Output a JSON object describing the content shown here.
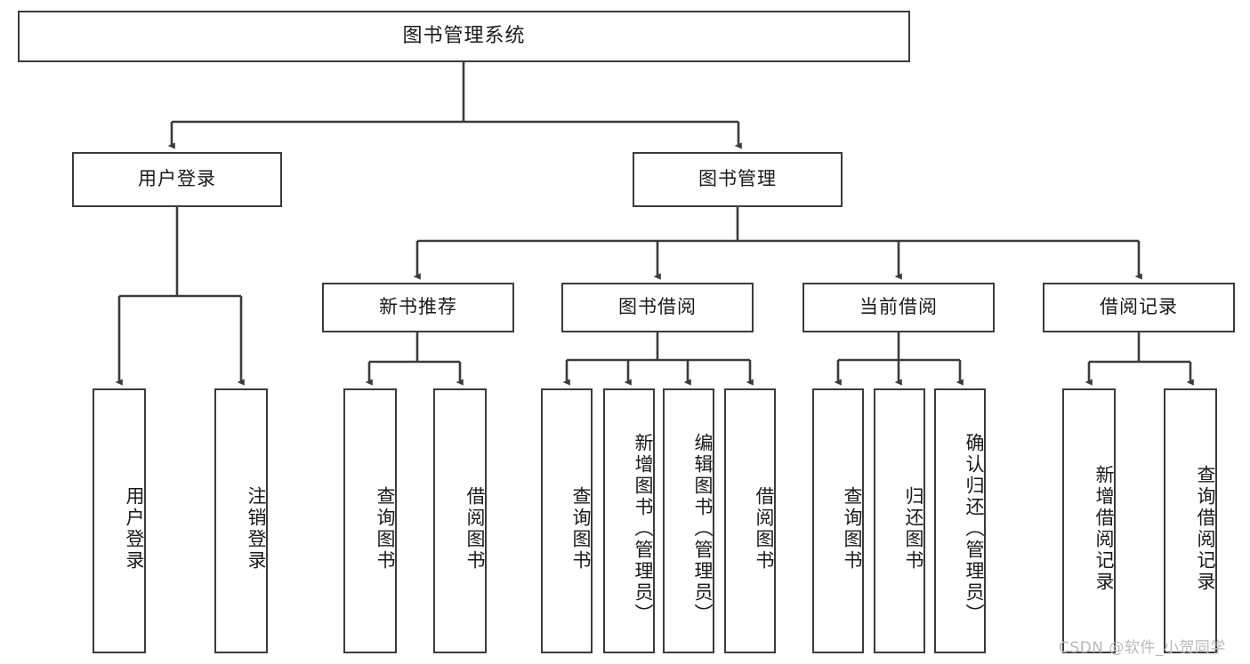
{
  "diagram": {
    "type": "tree-hierarchy-chart",
    "title": "图书管理系统",
    "box_border_color": "#3b3b3b",
    "box_fill_color": "#ffffff",
    "line_color": "#3b3b3b",
    "text_color": "#1a1a1a",
    "root": {
      "label": "图书管理系统"
    },
    "level2": [
      {
        "label": "用户登录"
      },
      {
        "label": "图书管理"
      }
    ],
    "level3": [
      {
        "label": "新书推荐"
      },
      {
        "label": "图书借阅"
      },
      {
        "label": "当前借阅"
      },
      {
        "label": "借阅记录"
      }
    ],
    "leaves": {
      "user_login": [
        {
          "label": "用户登录"
        },
        {
          "label": "注销登录"
        }
      ],
      "new_book_recommend": [
        {
          "label": "查询图书"
        },
        {
          "label": "借阅图书"
        }
      ],
      "book_borrow": [
        {
          "label": "查询图书"
        },
        {
          "label": "新增图书（管理员）"
        },
        {
          "label": "编辑图书（管理员）"
        },
        {
          "label": "借阅图书"
        }
      ],
      "current_borrow": [
        {
          "label": "查询图书"
        },
        {
          "label": "归还图书"
        },
        {
          "label": "确认归还（管理员）"
        }
      ],
      "borrow_record": [
        {
          "label": "新增借阅记录"
        },
        {
          "label": "查询借阅记录"
        }
      ]
    }
  },
  "watermark": {
    "text": "CSDN @软件_小贺同学"
  }
}
